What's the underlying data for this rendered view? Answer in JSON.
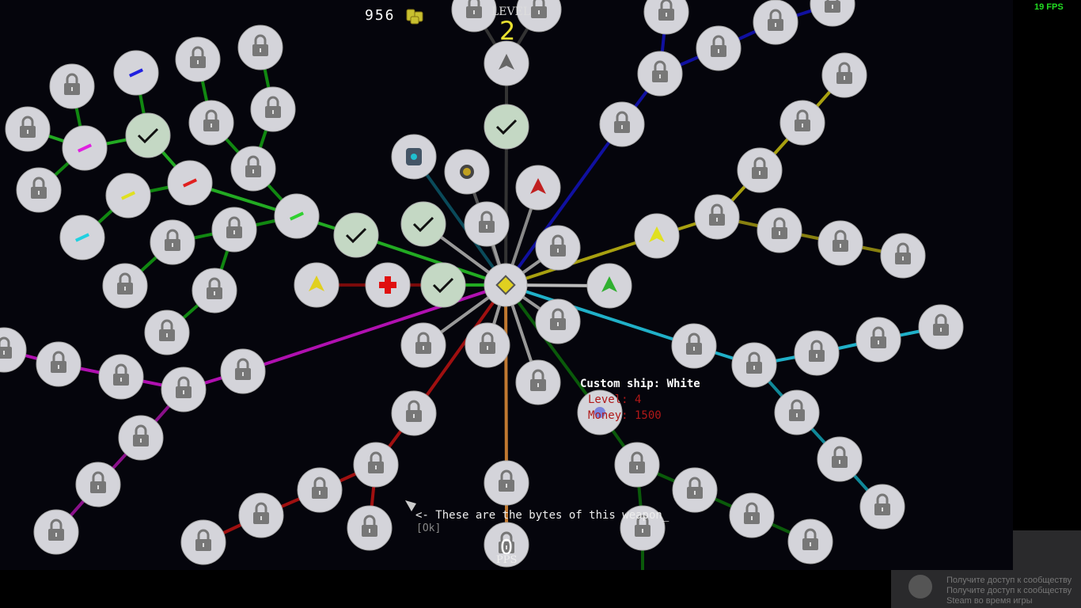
{
  "hud": {
    "money": "956",
    "money_icon": "coin-stack-icon",
    "level_label": "LEVEL",
    "level": "2",
    "fps": "19 FPS",
    "pps_value": "0",
    "pps_label": "PPS"
  },
  "tooltip": {
    "title": "Custom ship: White",
    "level_label": "Level",
    "level": "4",
    "money_label": "Money",
    "money": "1500",
    "level_text": "Level: 4",
    "money_text": "Money: 1500"
  },
  "dialog": {
    "text": "<- These are the bytes of this weapon_",
    "ok": "[Ok]"
  },
  "steam_overlay": {
    "lines": [
      "Получите доступ к сообществу",
      "Получите доступ к сообществу",
      "Steam во время игры"
    ]
  },
  "colors": {
    "background": "#05050c",
    "node": "#d4d4da",
    "completed_node": "#c4d8c4",
    "level": "#e8e030",
    "fps": "#22dd22",
    "tooltip_stat": "#b01818"
  }
}
